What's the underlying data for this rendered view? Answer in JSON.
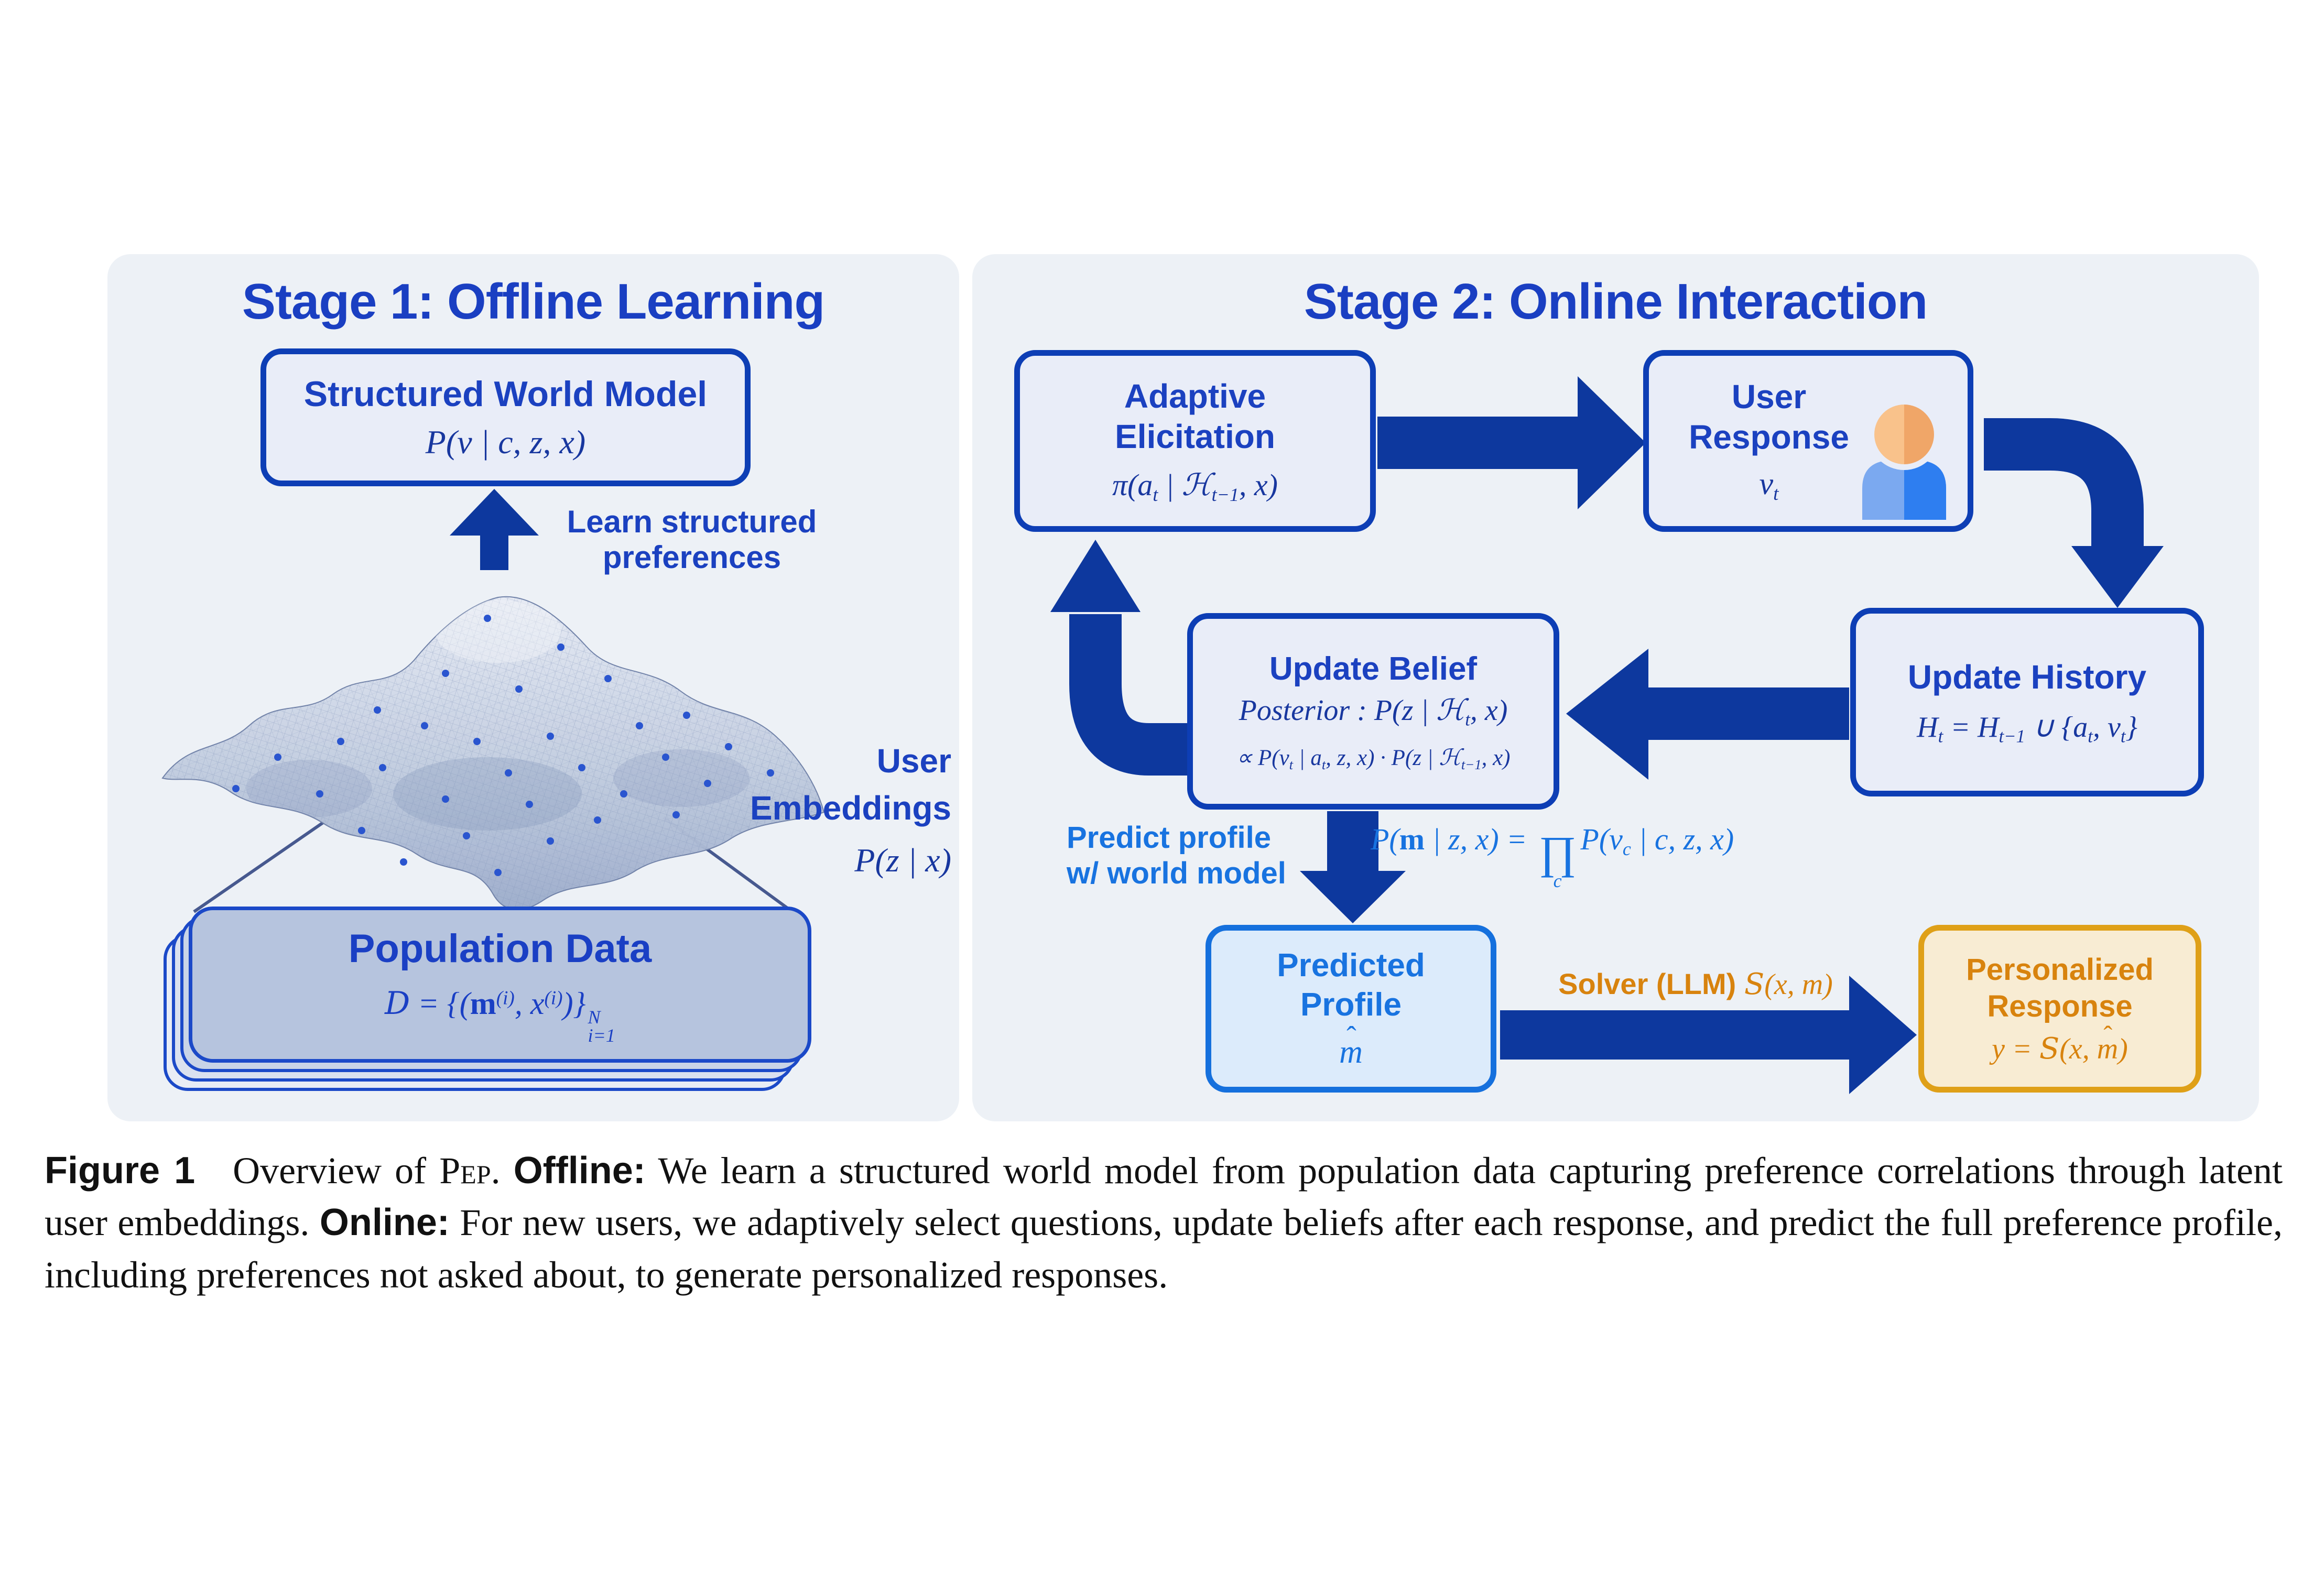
{
  "colors": {
    "primary_blue": "#1a3fc2",
    "navy_arrow": "#0d389e",
    "box_border": "#0d3eb5",
    "bright_blue": "#1873e0",
    "orange_text": "#d8830e",
    "orange_border": "#dfa018",
    "panel_bg": "#edf1f6",
    "population_fill": "#b6c4de"
  },
  "stage1": {
    "title": "Stage 1: Offline Learning",
    "world_model_box": {
      "title": "Structured World Model",
      "formula": [
        {
          "t": "P(v | c, z, x)"
        }
      ]
    },
    "learn_label": {
      "line1": "Learn structured",
      "line2": "preferences"
    },
    "embeddings_label": {
      "line1": "User",
      "line2": "Embeddings",
      "formula": [
        {
          "t": "P(z | x)"
        }
      ]
    },
    "population_box": {
      "title": "Population Data",
      "formula": [
        {
          "t": "D",
          "cal": true
        },
        {
          "t": " = {("
        },
        {
          "t": "m",
          "bold": true,
          "up": true
        },
        {
          "t": "(i)",
          "sup": true
        },
        {
          "t": ", x"
        },
        {
          "t": "(i)",
          "sup": true
        },
        {
          "t": ")}"
        },
        {
          "stack": {
            "sup": "N",
            "sub": "i=1"
          }
        }
      ]
    }
  },
  "stage2": {
    "title": "Stage 2: Online Interaction",
    "adaptive_box": {
      "line1": "Adaptive",
      "line2": "Elicitation",
      "formula": [
        {
          "t": "π(a"
        },
        {
          "t": "t",
          "sub": true
        },
        {
          "t": " | "
        },
        {
          "t": "ℋ",
          "cal": true
        },
        {
          "t": "t−1",
          "sub": true
        },
        {
          "t": ", x)"
        }
      ]
    },
    "user_response_box": {
      "line1": "User",
      "line2": "Response",
      "formula": [
        {
          "t": "v"
        },
        {
          "t": "t",
          "sub": true
        }
      ]
    },
    "update_history_box": {
      "title": "Update History",
      "formula": [
        {
          "t": "H"
        },
        {
          "t": "t",
          "sub": true
        },
        {
          "t": " = H"
        },
        {
          "t": "t−1",
          "sub": true
        },
        {
          "t": " ∪ {a"
        },
        {
          "t": "t",
          "sub": true
        },
        {
          "t": ", v"
        },
        {
          "t": "t",
          "sub": true
        },
        {
          "t": "}"
        }
      ]
    },
    "update_belief_box": {
      "title": "Update Belief",
      "posterior": [
        {
          "t": "Posterior : P(z | "
        },
        {
          "t": "ℋ",
          "cal": true
        },
        {
          "t": "t",
          "sub": true
        },
        {
          "t": ", x)"
        }
      ],
      "proportional": [
        {
          "t": "∝ P(v"
        },
        {
          "t": "t",
          "sub": true
        },
        {
          "t": " | a"
        },
        {
          "t": "t",
          "sub": true
        },
        {
          "t": ", z, x) · P(z | "
        },
        {
          "t": "ℋ",
          "cal": true
        },
        {
          "t": "t−1",
          "sub": true
        },
        {
          "t": ", x)"
        }
      ]
    },
    "predict_label": {
      "line1": "Predict profile",
      "line2": "w/ world model"
    },
    "predict_formula": [
      {
        "t": "P("
      },
      {
        "t": "m",
        "bold": true,
        "up": true
      },
      {
        "t": " | z, x) = "
      },
      {
        "op": {
          "sym": "∏",
          "sub": "c"
        }
      },
      {
        "t": "P(v"
      },
      {
        "t": "c",
        "sub": true
      },
      {
        "t": " | c, z, x)"
      }
    ],
    "predicted_profile_box": {
      "line1": "Predicted",
      "line2": "Profile",
      "formula": [
        {
          "t": "m",
          "hat": true
        }
      ]
    },
    "solver_label": [
      {
        "t": "Solver (LLM)  ",
        "sans": true
      },
      {
        "t": "S",
        "cal": true
      },
      {
        "t": "(x, m)"
      }
    ],
    "personalized_box": {
      "line1": "Personalized",
      "line2": "Response",
      "formula": [
        {
          "t": "y = "
        },
        {
          "t": "S",
          "cal": true
        },
        {
          "t": "(x, "
        },
        {
          "t": "m",
          "hat": true
        },
        {
          "t": ")"
        }
      ]
    }
  },
  "caption": {
    "runs": [
      {
        "t": "Figure 1",
        "s": "boldsans"
      },
      {
        "t": " Overview of "
      },
      {
        "t": "Pep",
        "s": "smallcaps"
      },
      {
        "t": ". "
      },
      {
        "t": "Offline:",
        "s": "boldsans"
      },
      {
        "t": " We learn a structured world model from population data capturing preference correlations through latent user embeddings. "
      },
      {
        "t": "Online:",
        "s": "boldsans"
      },
      {
        "t": " For new users, we adaptively select questions, update beliefs after each response, and predict the full preference profile, including preferences not asked about, to generate personalized responses."
      }
    ]
  }
}
